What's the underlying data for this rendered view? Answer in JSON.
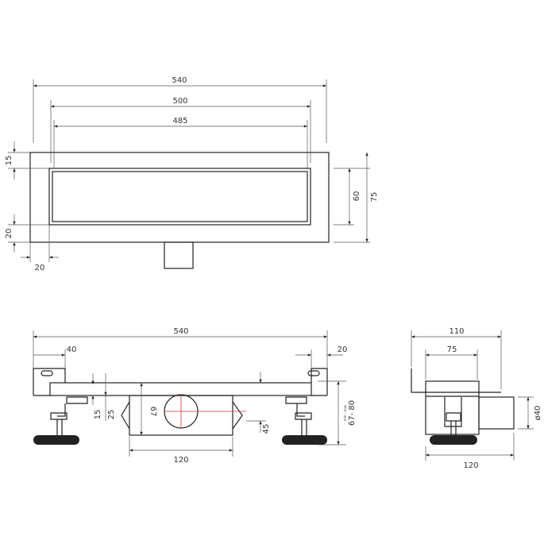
{
  "top_view": {
    "d_540": "540",
    "d_500": "500",
    "d_485": "485",
    "d_15": "15",
    "d_20_left": "20",
    "d_20_bottom": "20",
    "d_60": "60",
    "d_75": "75"
  },
  "front_view": {
    "d_540": "540",
    "d_40": "40",
    "d_20": "20",
    "d_15": "15",
    "d_25": "25",
    "d_67": "67",
    "d_45": "45",
    "d_120": "120",
    "d_range": "67- 80",
    "range_note": "min - max"
  },
  "side_view": {
    "d_110": "110",
    "d_75": "75",
    "d_120": "120",
    "d_dia": "ø40"
  },
  "colors": {
    "line": "#222222",
    "centerline": "#e03030"
  }
}
